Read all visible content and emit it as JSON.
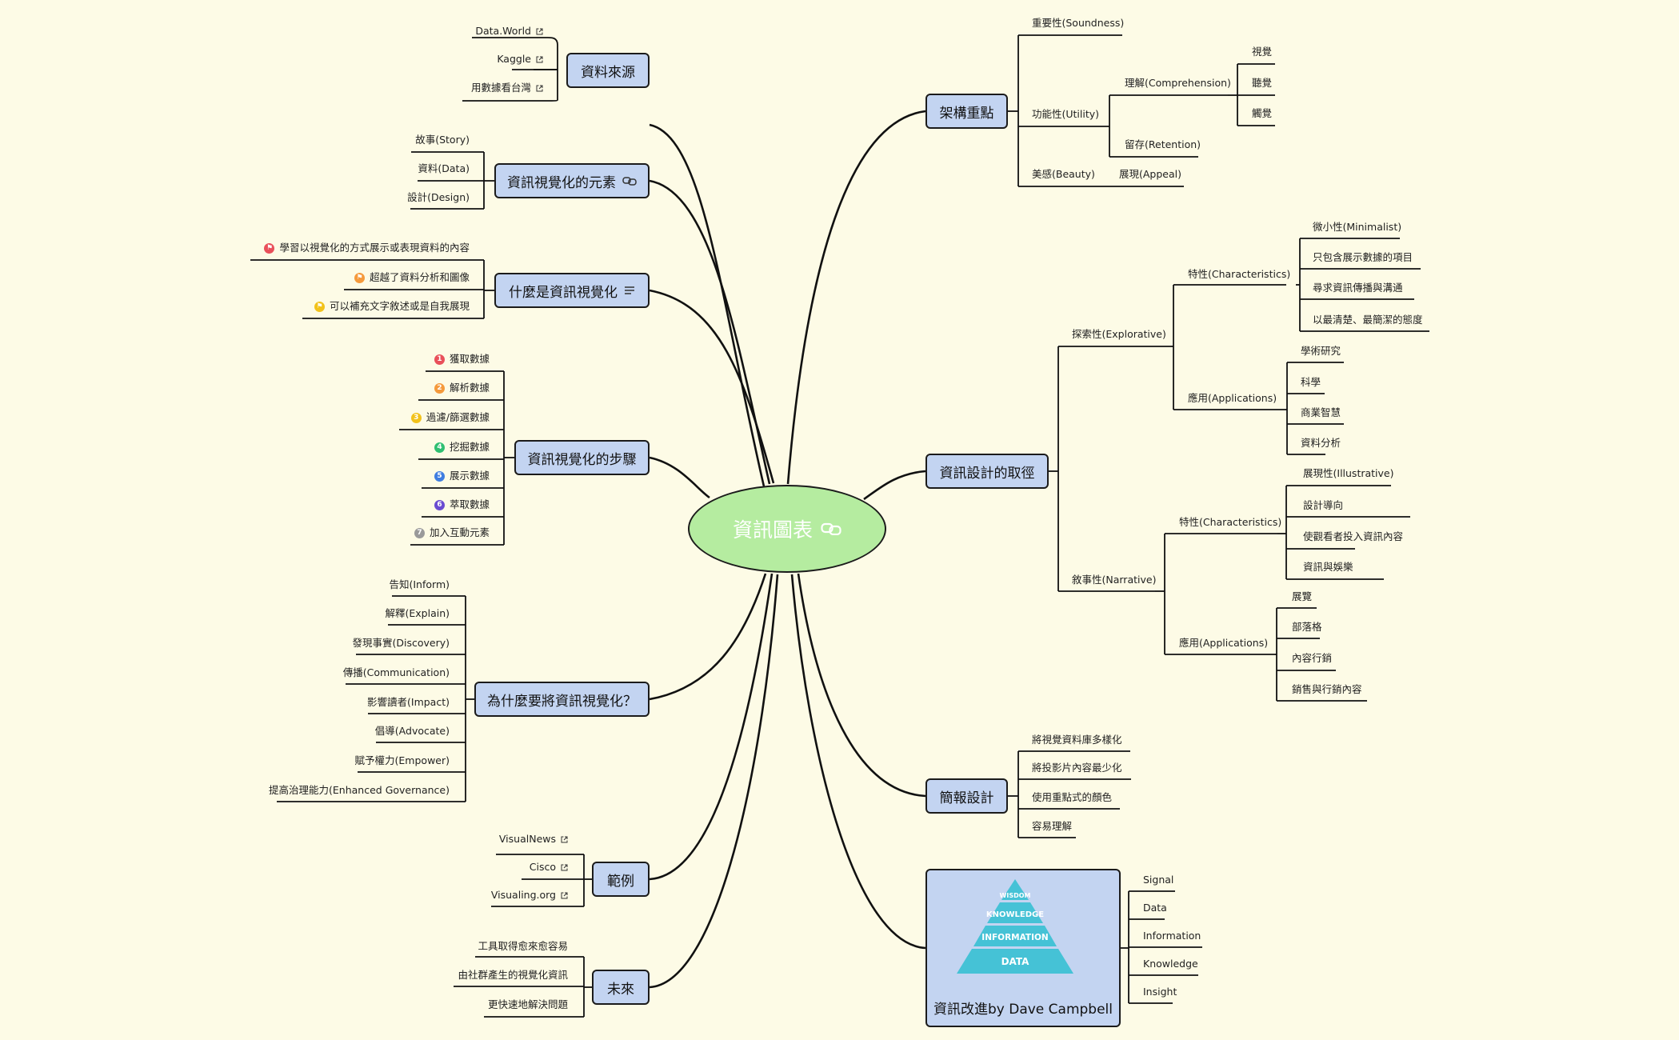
{
  "central_topic": {
    "title": "資訊圖表",
    "icon": "link-icon"
  },
  "left_branches": [
    {
      "title": "資料來源",
      "items": [
        "Data.World",
        "Kaggle",
        "用數據看台灣"
      ],
      "item_icon": "external-link-icon"
    },
    {
      "title": "資訊視覺化的元素",
      "icon": "link-icon",
      "items": [
        "故事(Story)",
        "資料(Data)",
        "設計(Design)"
      ]
    },
    {
      "title": "什麼是資訊視覺化",
      "icon": "notes-icon",
      "items": [
        {
          "text": "學習以視覺化的方式展示或表現資料的內容",
          "flag_color": "#e9505a"
        },
        {
          "text": "超越了資料分析和圖像",
          "flag_color": "#f59a3c"
        },
        {
          "text": "可以補充文字敘述或是自我展現",
          "flag_color": "#f2c21b"
        }
      ]
    },
    {
      "title": "資訊視覺化的步驟",
      "items": [
        {
          "num": "1",
          "text": "獲取數據",
          "color": "#e9505a"
        },
        {
          "num": "2",
          "text": "解析數據",
          "color": "#f59a3c"
        },
        {
          "num": "3",
          "text": "過濾/篩選數據",
          "color": "#f2c21b"
        },
        {
          "num": "4",
          "text": "挖掘數據",
          "color": "#2fbf71"
        },
        {
          "num": "5",
          "text": "展示數據",
          "color": "#3f7de0"
        },
        {
          "num": "6",
          "text": "萃取數據",
          "color": "#6a4bd1"
        },
        {
          "num": "7",
          "text": "加入互動元素",
          "color": "#9a9a9a"
        }
      ]
    },
    {
      "title": "為什麼要將資訊視覺化？",
      "items": [
        "告知(Inform)",
        "解釋(Explain)",
        "發現事實(Discovery)",
        "傳播(Communication)",
        "影響讀者(Impact)",
        "倡導(Advocate)",
        "賦予權力(Empower)",
        "提高治理能力(Enhanced Governance)"
      ]
    },
    {
      "title": "範例",
      "items": [
        "VisualNews",
        "Cisco",
        "Visualing.org"
      ],
      "item_icon": "external-link-icon"
    },
    {
      "title": "未來",
      "items": [
        "工具取得愈來愈容易",
        "由社群產生的視覺化資訊",
        "更快速地解決問題"
      ]
    }
  ],
  "right_branches": {
    "architecture": {
      "title": "架構重點",
      "soundness": "重要性(Soundness)",
      "utility": "功能性(Utility)",
      "comprehension": "理解(Comprehension)",
      "senses": [
        "視覺",
        "聽覺",
        "觸覺"
      ],
      "retention": "留存(Retention)",
      "beauty": "美感(Beauty)",
      "appeal": "展現(Appeal)"
    },
    "design_tradeoff": {
      "title": "資訊設計的取徑",
      "explorative": {
        "title": "探索性(Explorative)",
        "characteristics_title": "特性(Characteristics)",
        "characteristics": [
          "微小性(Minimalist)",
          "只包含展示數據的項目",
          "尋求資訊傳播與溝通",
          "以最清楚、最簡潔的態度"
        ],
        "applications_title": "應用(Applications)",
        "applications": [
          "學術研究",
          "科學",
          "商業智慧",
          "資料分析"
        ]
      },
      "narrative": {
        "title": "敘事性(Narrative)",
        "characteristics_title": "特性(Characteristics)",
        "characteristics": [
          "展現性(Illustrative)",
          "設計導向",
          "使觀看者投入資訊內容",
          "資訊與娛樂"
        ],
        "applications_title": "應用(Applications)",
        "applications": [
          "展覽",
          "部落格",
          "內容行銷",
          "銷售與行銷內容"
        ]
      }
    },
    "presentation": {
      "title": "簡報設計",
      "items": [
        "將視覺資料庫多樣化",
        "將投影片內容最少化",
        "使用重點式的顏色",
        "容易理解"
      ]
    },
    "dikw": {
      "caption": "資訊改進by Dave Campbell",
      "pyramid_levels": [
        "WISDOM",
        "KNOWLEDGE",
        "INFORMATION",
        "DATA"
      ],
      "items": [
        "Signal",
        "Data",
        "Information",
        "Knowledge",
        "Insight"
      ]
    }
  },
  "colors": {
    "background": "#fdfbe6",
    "topic_fill": "#c3d4f1",
    "central_fill": "#b5eca0",
    "line": "#111111",
    "pyramid": "#45c2d6"
  }
}
